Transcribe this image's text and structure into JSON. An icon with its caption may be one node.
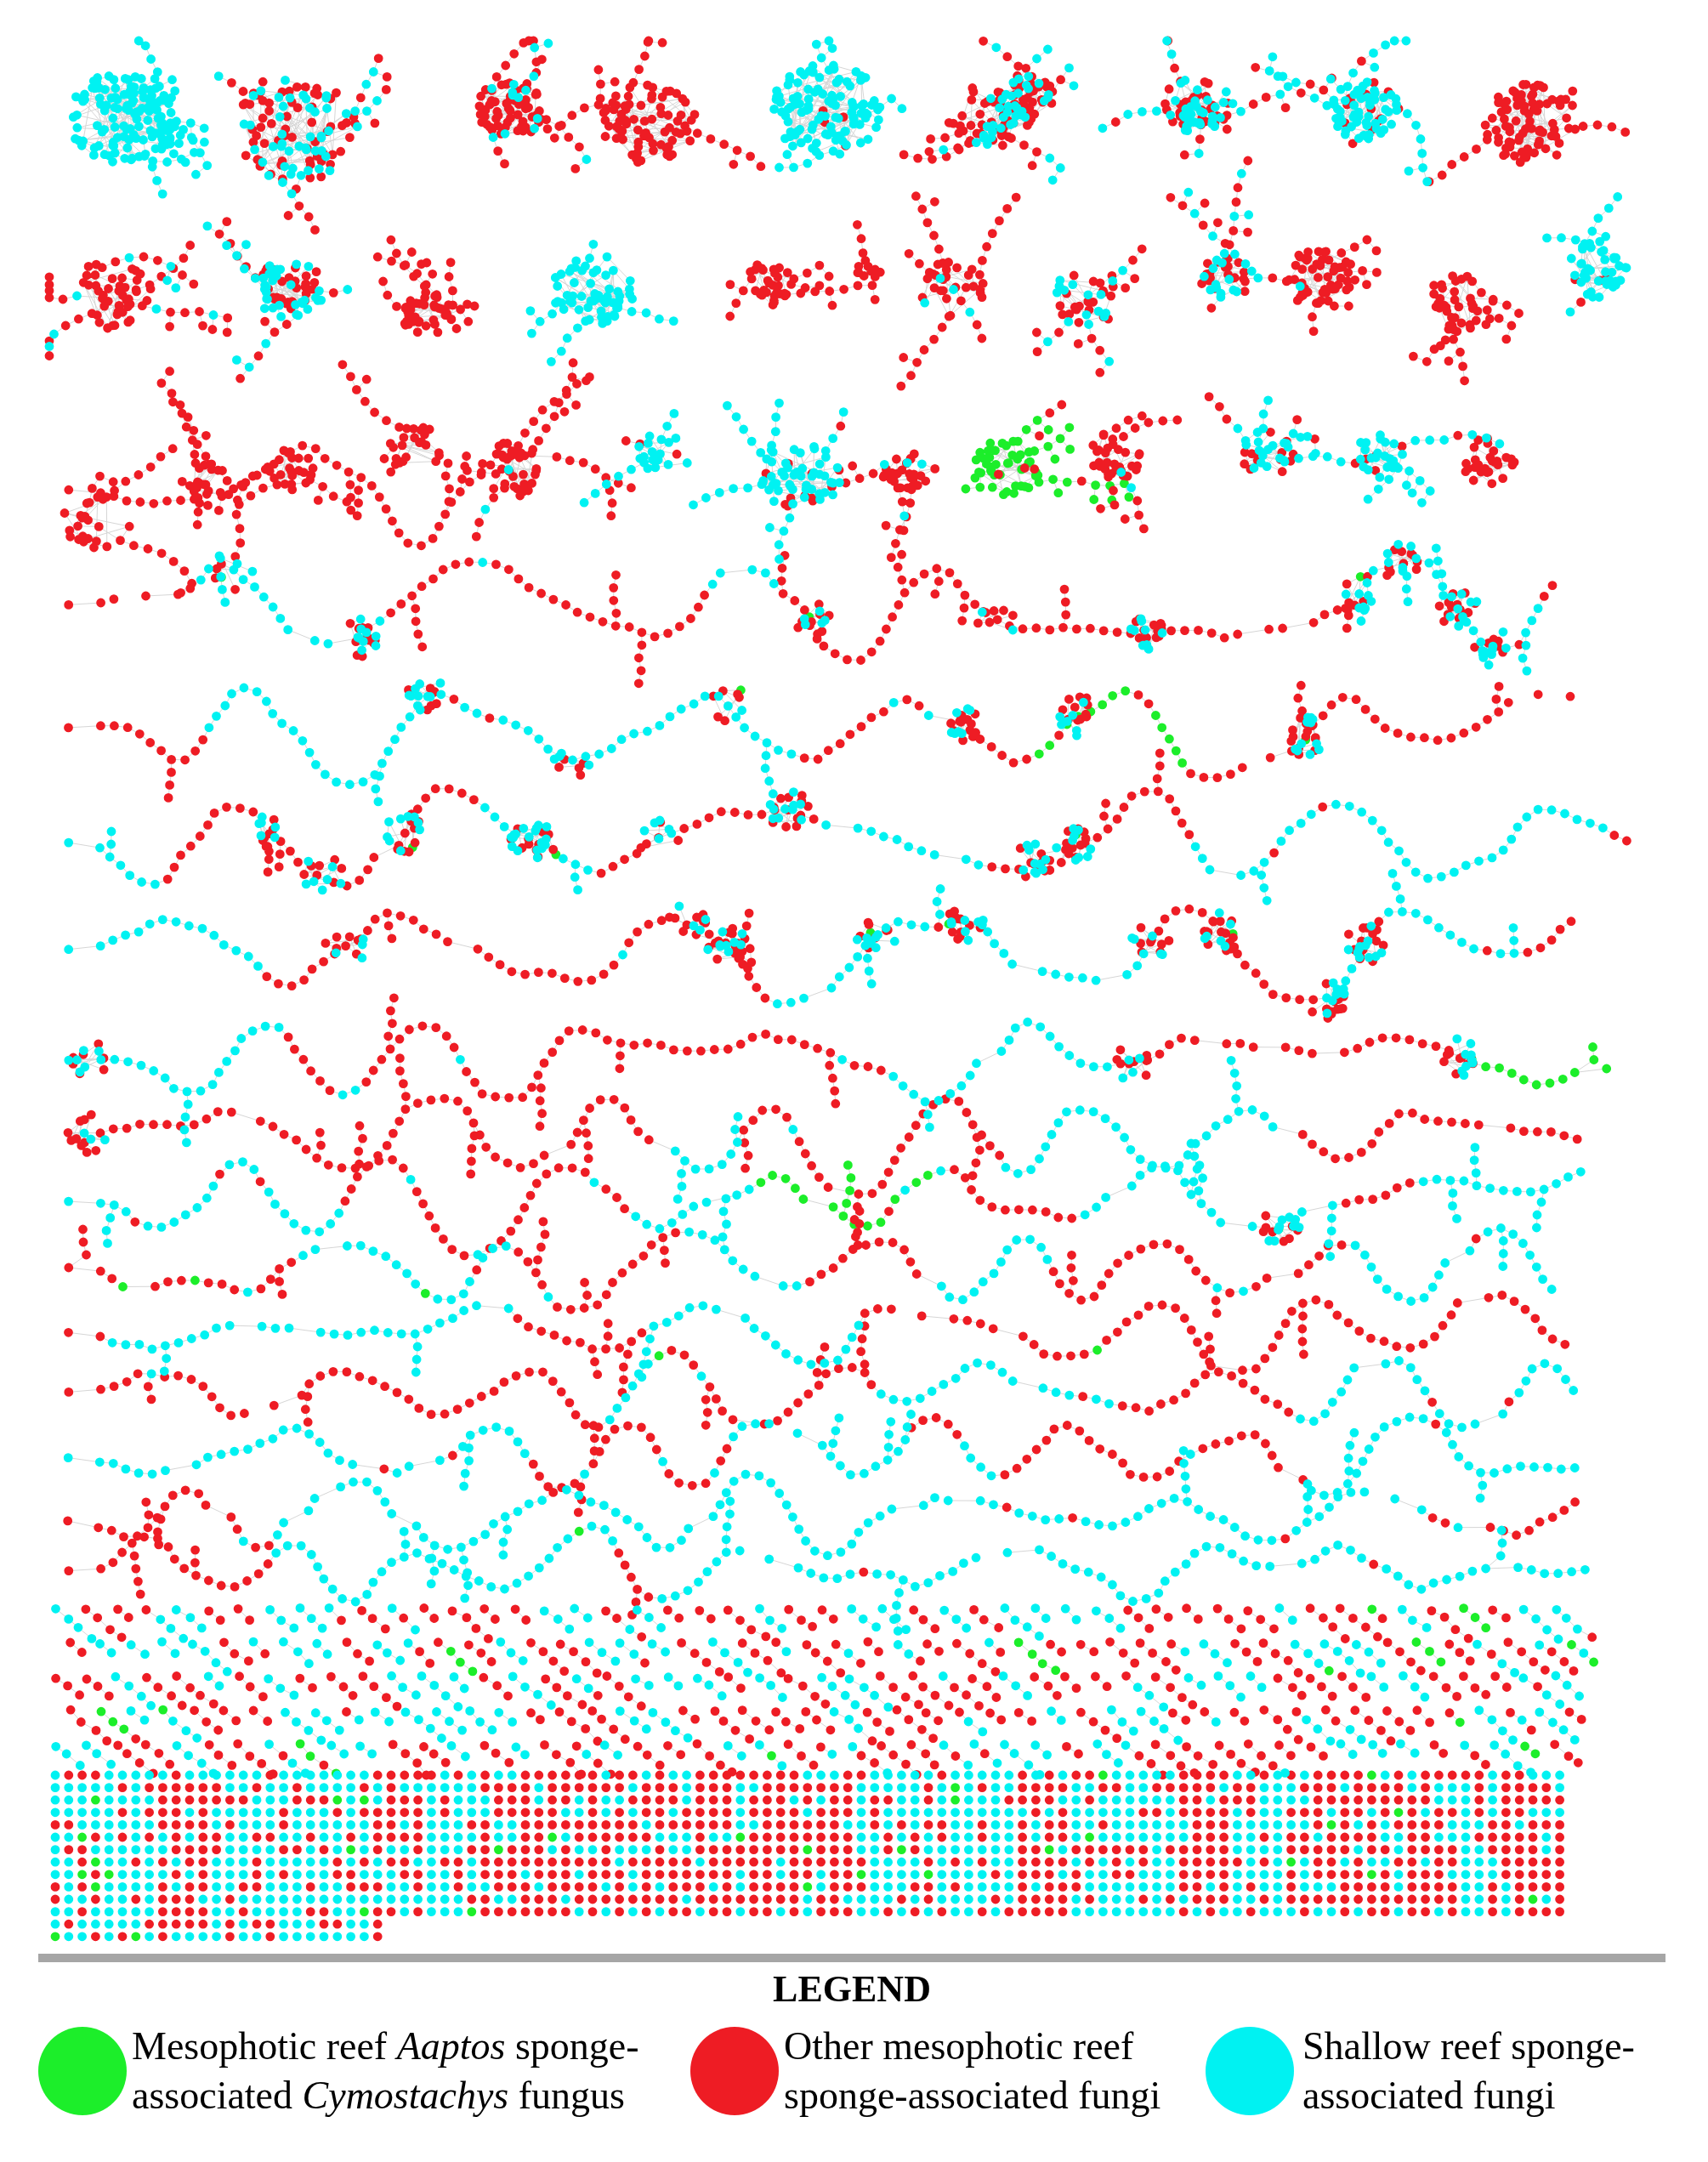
{
  "diagram": {
    "labels": [
      "LEGEND"
    ],
    "legend": [
      {
        "text": "Mesophotic reef *Aaptos* sponge-associated *Cymostachys* fungus",
        "color": "#1cee2a"
      },
      {
        "text": "Other mesophotic reef sponge-associated fungi",
        "color": "#ee1c24"
      },
      {
        "text": "Shallow reef sponge-associated fungi",
        "color": "#00f2f2"
      }
    ]
  }
}
